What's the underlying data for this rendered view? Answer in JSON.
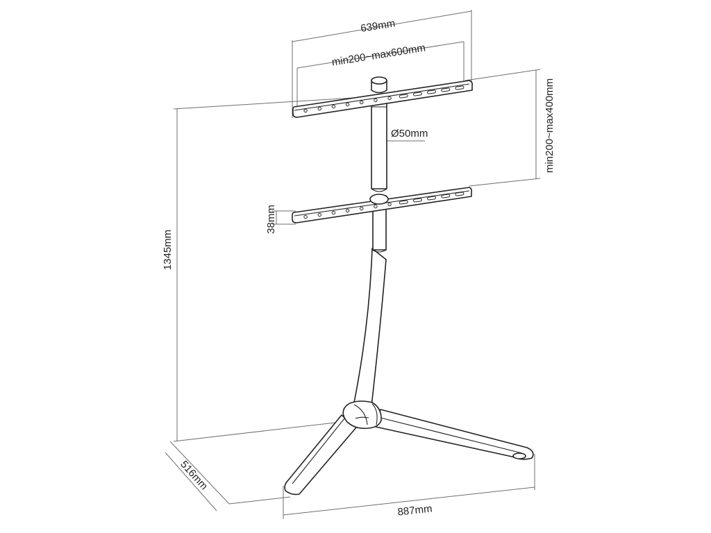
{
  "dimensions": {
    "total_width": "639mm",
    "vesa_width": "min200~max600mm",
    "vesa_height": "min200~max400mm",
    "pole_diameter": "Ø50mm",
    "bracket_height": "38mm",
    "total_height": "1345mm",
    "base_depth": "516mm",
    "base_width": "887mm"
  },
  "colors": {
    "line": "#222222",
    "dimension_line": "#6d6d6d",
    "background": "#ffffff"
  }
}
